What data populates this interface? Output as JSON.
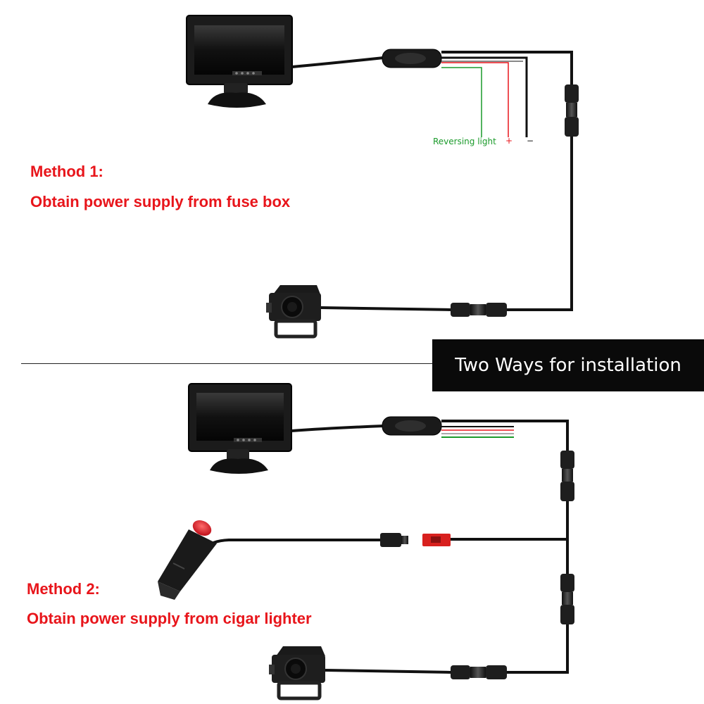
{
  "method1": {
    "title": "Method 1:",
    "subtitle": "Obtain power supply from fuse box"
  },
  "method2": {
    "title": "Method 2:",
    "subtitle": "Obtain power supply from cigar lighter"
  },
  "banner": {
    "text": "Two Ways for installation"
  },
  "wire_labels": {
    "reversing": "Reversing light",
    "plus": "+",
    "minus": "−"
  },
  "colors": {
    "accent_red": "#e8151b",
    "wire_green": "#1a9a2a",
    "wire_red": "#e8151b",
    "banner_bg": "#0a0a0a",
    "cable": "#111111"
  },
  "icons": [
    "monitor-icon",
    "camera-icon",
    "cigar-lighter-plug-icon",
    "connector-icon",
    "inline-switch-icon"
  ]
}
